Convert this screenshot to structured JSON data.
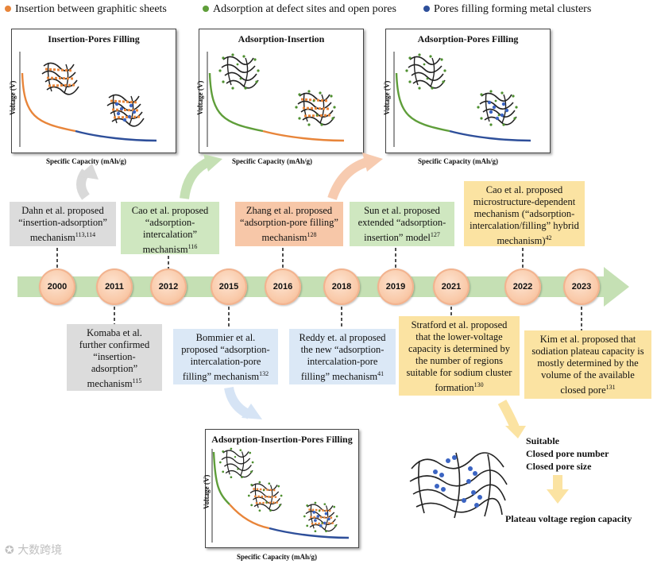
{
  "legend": [
    {
      "label": "Insertion between graphitic sheets",
      "color": "#e8853a"
    },
    {
      "label": "Adsorption at defect sites and open pores",
      "color": "#5f9e3a"
    },
    {
      "label": "Pores filling forming metal clusters",
      "color": "#2e4f9a"
    }
  ],
  "panels": {
    "p1": {
      "title": "Insertion-Pores Filling",
      "ylabel": "Voltage (V)",
      "xlabel": "Specific Capacity (mAh/g)"
    },
    "p2": {
      "title": "Adsorption-Insertion",
      "ylabel": "Voltage (V)",
      "xlabel": "Specific Capacity (mAh/g)"
    },
    "p3": {
      "title": "Adsorption-Pores Filling",
      "ylabel": "Voltage (V)",
      "xlabel": "Specific Capacity (mAh/g)"
    },
    "p4": {
      "title": "Adsorption-Insertion-Pores Filling",
      "ylabel": "Voltage (V)",
      "xlabel": "Specific Capacity (mAh/g)"
    }
  },
  "timeline": {
    "years": [
      "2000",
      "2011",
      "2012",
      "2015",
      "2016",
      "2018",
      "2019",
      "2021",
      "2022",
      "2023"
    ]
  },
  "boxes_top": {
    "dahn": {
      "line1": "Dahn et al. proposed",
      "line2": "“insertion-adsorption”",
      "line3": "mechanism",
      "ref": "113,114"
    },
    "cao2012": {
      "line1": "Cao et al. proposed",
      "line2": "“adsorption-",
      "line3": "intercalation”",
      "line4": "mechanism",
      "ref": "116"
    },
    "zhang": {
      "line1": "Zhang et al. proposed",
      "line2": "“adsorption-pore filling”",
      "line3": "mechanism",
      "ref": "128"
    },
    "sun": {
      "line1": "Sun et al. proposed",
      "line2": "extended “adsorption-",
      "line3": "insertion” model",
      "ref": "127"
    },
    "cao2022": {
      "line1": "Cao et al. proposed",
      "line2": "microstructure-dependent",
      "line3": "mechanism (“adsorption-",
      "line4": "intercalation/filling” hybrid",
      "line5": "mechanism)",
      "ref": "42"
    }
  },
  "boxes_bottom": {
    "komaba": {
      "line1": "Komaba et al.",
      "line2": "further confirmed",
      "line3": "“insertion-",
      "line4": "adsorption”",
      "line5": "mechanism",
      "ref": "115"
    },
    "bommier": {
      "line1": "Bommier et al.",
      "line2": "proposed “adsorption-",
      "line3": "intercalation-pore",
      "line4": "filling” mechanism",
      "ref": "132"
    },
    "reddy": {
      "line1": "Reddy et. al proposed",
      "line2": "the new “adsorption-",
      "line3": "intercalation-pore",
      "line4": "filling” mechanism",
      "ref": "41"
    },
    "stratford": {
      "line1": "Stratford et al. proposed",
      "line2": "that the lower-voltage",
      "line3": "capacity is determined by",
      "line4": "the number of regions",
      "line5": "suitable for sodium cluster",
      "line6": "formation",
      "ref": "130"
    },
    "kim": {
      "line1": "Kim et al. proposed that",
      "line2": "sodiation plateau capacity is",
      "line3": "mostly determined by the",
      "line4": "volume of the available",
      "line5": "closed pore",
      "ref": "131"
    }
  },
  "right_notes": {
    "line1": "Suitable",
    "line2": "Closed pore number",
    "line3": "Closed pore size",
    "result": "Plateau voltage region capacity"
  },
  "watermark": "大数跨境"
}
